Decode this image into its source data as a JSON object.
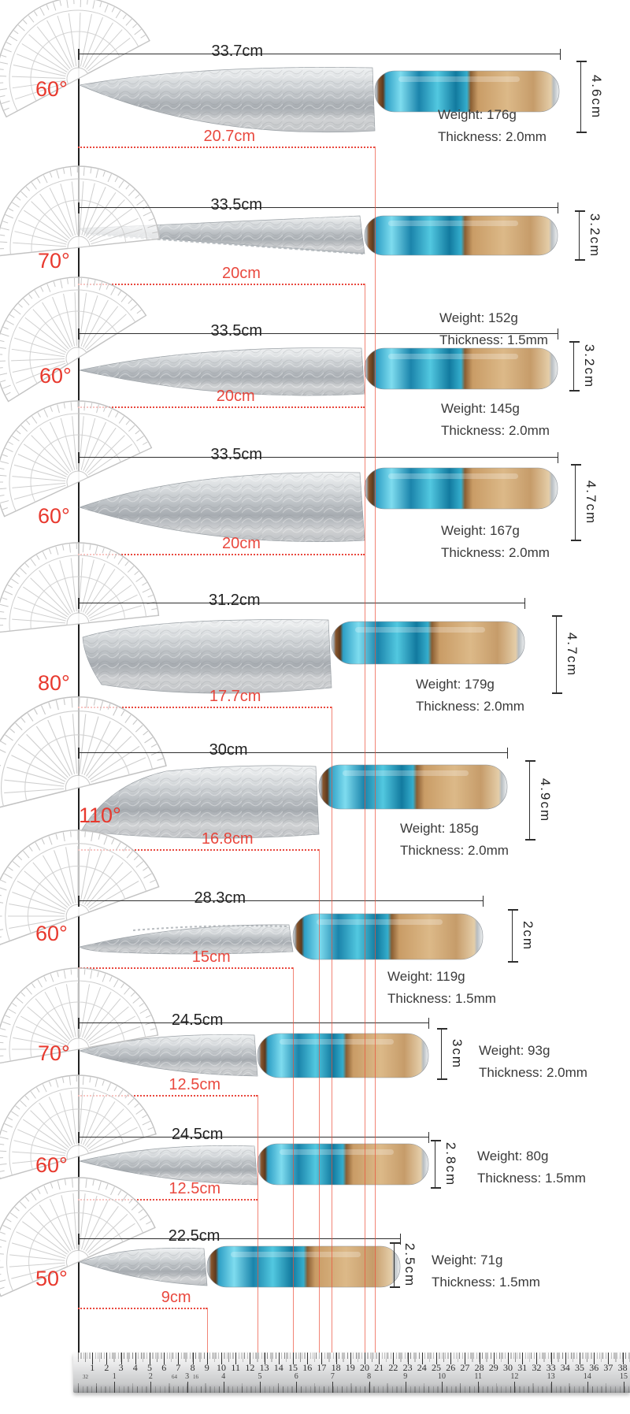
{
  "page": {
    "background": "#ffffff",
    "accent_red": "#e8392e",
    "text_color": "#2b2b2b",
    "blade_color": "#c6c9cc",
    "resin_color": "#2fa9cc",
    "wood_color": "#cfa878",
    "ruler_metal": "#d6d7d8"
  },
  "knives": [
    {
      "angle": "60°",
      "total_length": "33.7cm",
      "blade_length": "20.7cm",
      "blade_width": "4.6cm",
      "weight": "Weight: 176g",
      "thickness": "Thickness: 2.0mm"
    },
    {
      "angle": "70°",
      "total_length": "33.5cm",
      "blade_length": "20cm",
      "blade_width": "3.2cm",
      "weight": "Weight: 152g",
      "thickness": "Thickness: 1.5mm"
    },
    {
      "angle": "60°",
      "total_length": "33.5cm",
      "blade_length": "20cm",
      "blade_width": "3.2cm",
      "weight": "Weight: 145g",
      "thickness": "Thickness: 2.0mm"
    },
    {
      "angle": "60°",
      "total_length": "33.5cm",
      "blade_length": "20cm",
      "blade_width": "4.7cm",
      "weight": "Weight: 167g",
      "thickness": "Thickness: 2.0mm"
    },
    {
      "angle": "80°",
      "total_length": "31.2cm",
      "blade_length": "17.7cm",
      "blade_width": "4.7cm",
      "weight": "Weight: 179g",
      "thickness": "Thickness: 2.0mm"
    },
    {
      "angle": "110°",
      "total_length": "30cm",
      "blade_length": "16.8cm",
      "blade_width": "4.9cm",
      "weight": "Weight: 185g",
      "thickness": "Thickness: 2.0mm"
    },
    {
      "angle": "60°",
      "total_length": "28.3cm",
      "blade_length": "15cm",
      "blade_width": "2cm",
      "weight": "Weight: 119g",
      "thickness": "Thickness: 1.5mm"
    },
    {
      "angle": "70°",
      "total_length": "24.5cm",
      "blade_length": "12.5cm",
      "blade_width": "3cm",
      "weight": "Weight: 93g",
      "thickness": "Thickness: 2.0mm"
    },
    {
      "angle": "60°",
      "total_length": "24.5cm",
      "blade_length": "12.5cm",
      "blade_width": "2.8cm",
      "weight": "Weight: 80g",
      "thickness": "Thickness: 1.5mm"
    },
    {
      "angle": "50°",
      "total_length": "22.5cm",
      "blade_length": "9cm",
      "blade_width": "2.5cm",
      "weight": "Weight: 71g",
      "thickness": "Thickness: 1.5mm"
    }
  ],
  "ruler": {
    "cm_numbers": [
      1,
      2,
      3,
      4,
      5,
      6,
      7,
      8,
      9,
      10,
      11,
      12,
      13,
      14,
      15,
      16,
      17,
      18,
      19,
      20,
      21,
      22,
      23,
      24,
      25,
      26,
      27,
      28,
      29,
      30,
      31,
      32,
      33,
      34,
      35,
      36,
      37,
      38
    ],
    "inch_numbers": [
      1,
      2,
      3,
      4,
      5,
      6,
      7,
      8,
      9,
      10,
      11,
      12,
      13,
      14,
      15
    ],
    "fraction_labels": [
      "32",
      "64",
      "16"
    ]
  }
}
